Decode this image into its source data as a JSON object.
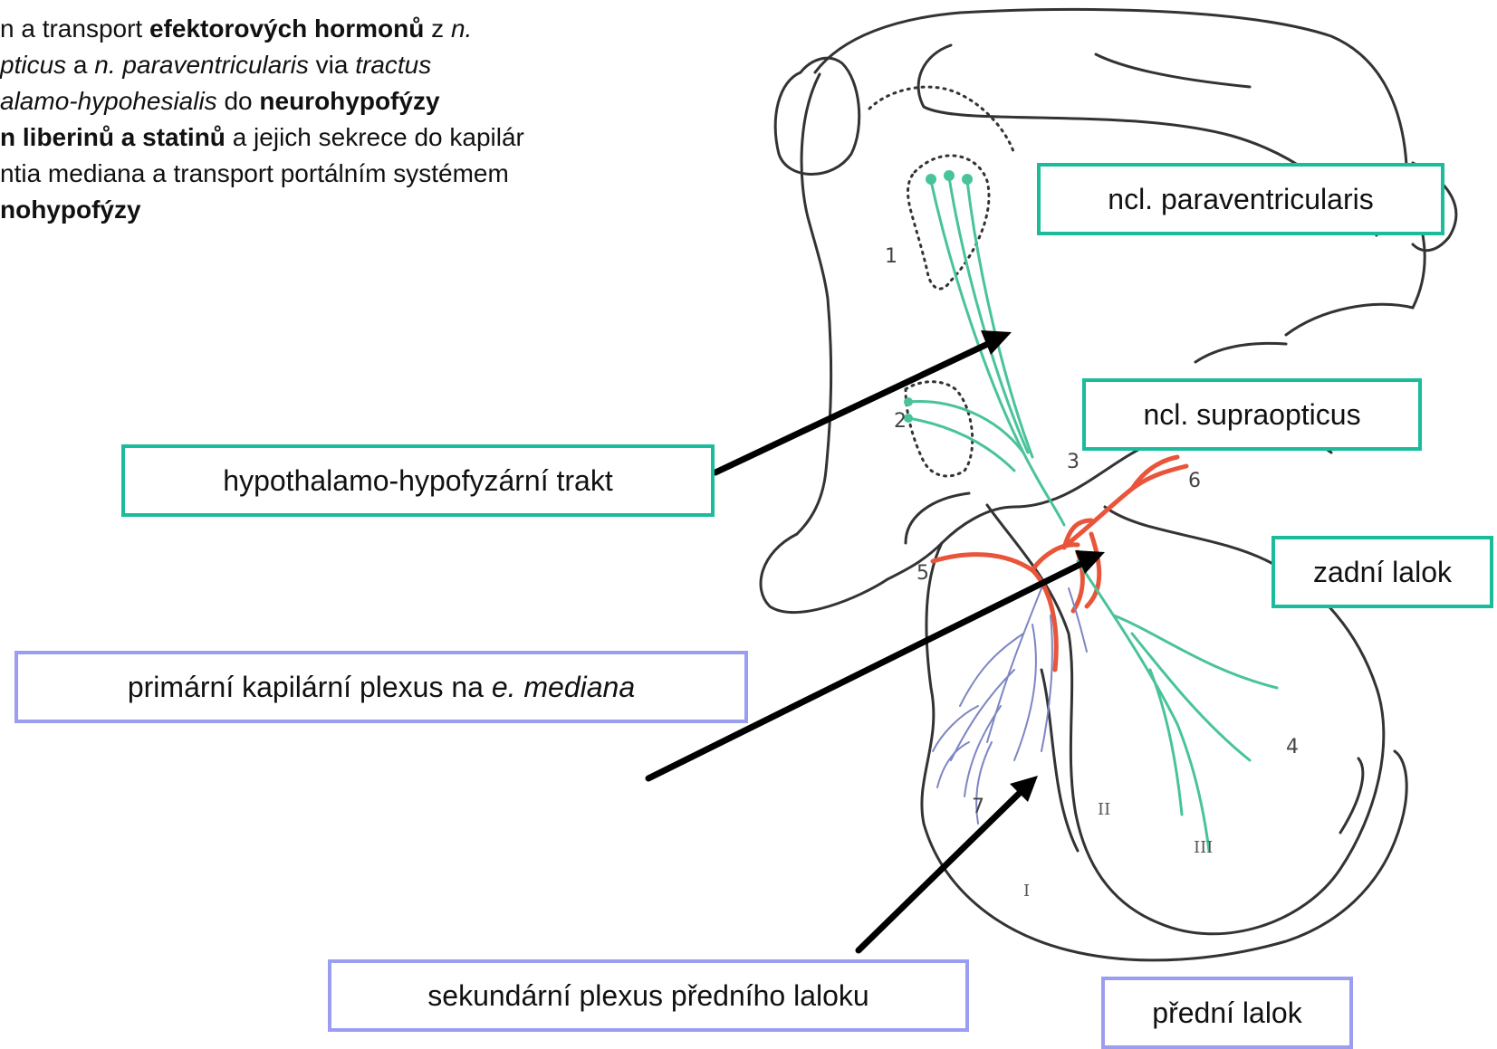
{
  "intro_lines": [
    [
      {
        "t": "n a transport "
      },
      {
        "t": "efektorových hormonů",
        "b": true
      },
      {
        "t": " z "
      },
      {
        "t": "n.",
        "i": true
      }
    ],
    [
      {
        "t": "pticus",
        "i": true
      },
      {
        "t": " a "
      },
      {
        "t": "n. paraventricularis",
        "i": true
      },
      {
        "t": " via "
      },
      {
        "t": "tractus",
        "i": true
      }
    ],
    [
      {
        "t": "alamo-hypohesialis",
        "i": true
      },
      {
        "t": " do "
      },
      {
        "t": "neurohypofýzy",
        "b": true
      }
    ],
    [
      {
        "t": "n liberinů a statinů",
        "b": true
      },
      {
        "t": " a jejich sekrece do kapilár"
      }
    ],
    [
      {
        "t": "ntia mediana a transport portálním systémem"
      }
    ],
    [
      {
        "t": "nohypofýzy",
        "b": true
      }
    ]
  ],
  "labels": {
    "paraventricularis": "ncl. paraventricularis",
    "supraopticus": "ncl. supraopticus",
    "tract": "hypothalamo-hypofyzární trakt",
    "posterior_lobe": "zadní lalok",
    "primary_plexus_prefix": "primární kapilární plexus na ",
    "primary_plexus_italic": "e. mediana",
    "secondary_plexus": "sekundární plexus předního laloku",
    "anterior_lobe": "přední lalok"
  },
  "figure_numbers": [
    "1",
    "2",
    "3",
    "4",
    "5",
    "6",
    "7"
  ],
  "figure_roman": [
    "I",
    "II",
    "III"
  ],
  "colors": {
    "teal": "#1abc9c",
    "violet": "#9b9ef0",
    "nerve_green": "#49c39a",
    "artery_red": "#e8553a",
    "capillary_blue": "#7d86c4",
    "outline": "#333333",
    "arrow": "#000000"
  }
}
